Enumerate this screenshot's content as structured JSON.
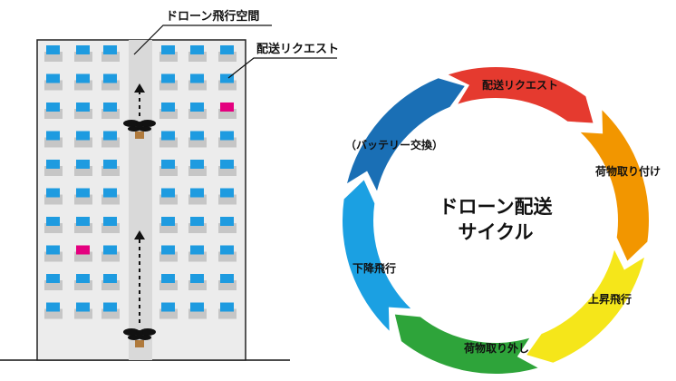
{
  "building": {
    "flight_space_label": "ドローン飛行空間",
    "delivery_request_label": "配送リクエスト",
    "rows": 10,
    "highlighted_windows": [
      "row 3, right block, column 3",
      "row 8, left block, column 2"
    ],
    "colors": {
      "window": "#1e9be0",
      "highlight": "#e4007f",
      "corridor": "#d9d9d9",
      "wall": "#ececec"
    }
  },
  "cycle": {
    "center_title_line1": "ドローン配送",
    "center_title_line2": "サイクル",
    "steps": [
      {
        "label": "配送リクエスト",
        "color": "#e53a2f"
      },
      {
        "label": "荷物取り付け",
        "color": "#f29600"
      },
      {
        "label": "上昇飛行",
        "color": "#f5e61a"
      },
      {
        "label": "荷物取り外し",
        "color": "#2ea43a"
      },
      {
        "label": "下降飛行",
        "color": "#1ba0e2"
      },
      {
        "label": "（バッテリー交換）",
        "color": "#1a6fb5"
      }
    ]
  }
}
